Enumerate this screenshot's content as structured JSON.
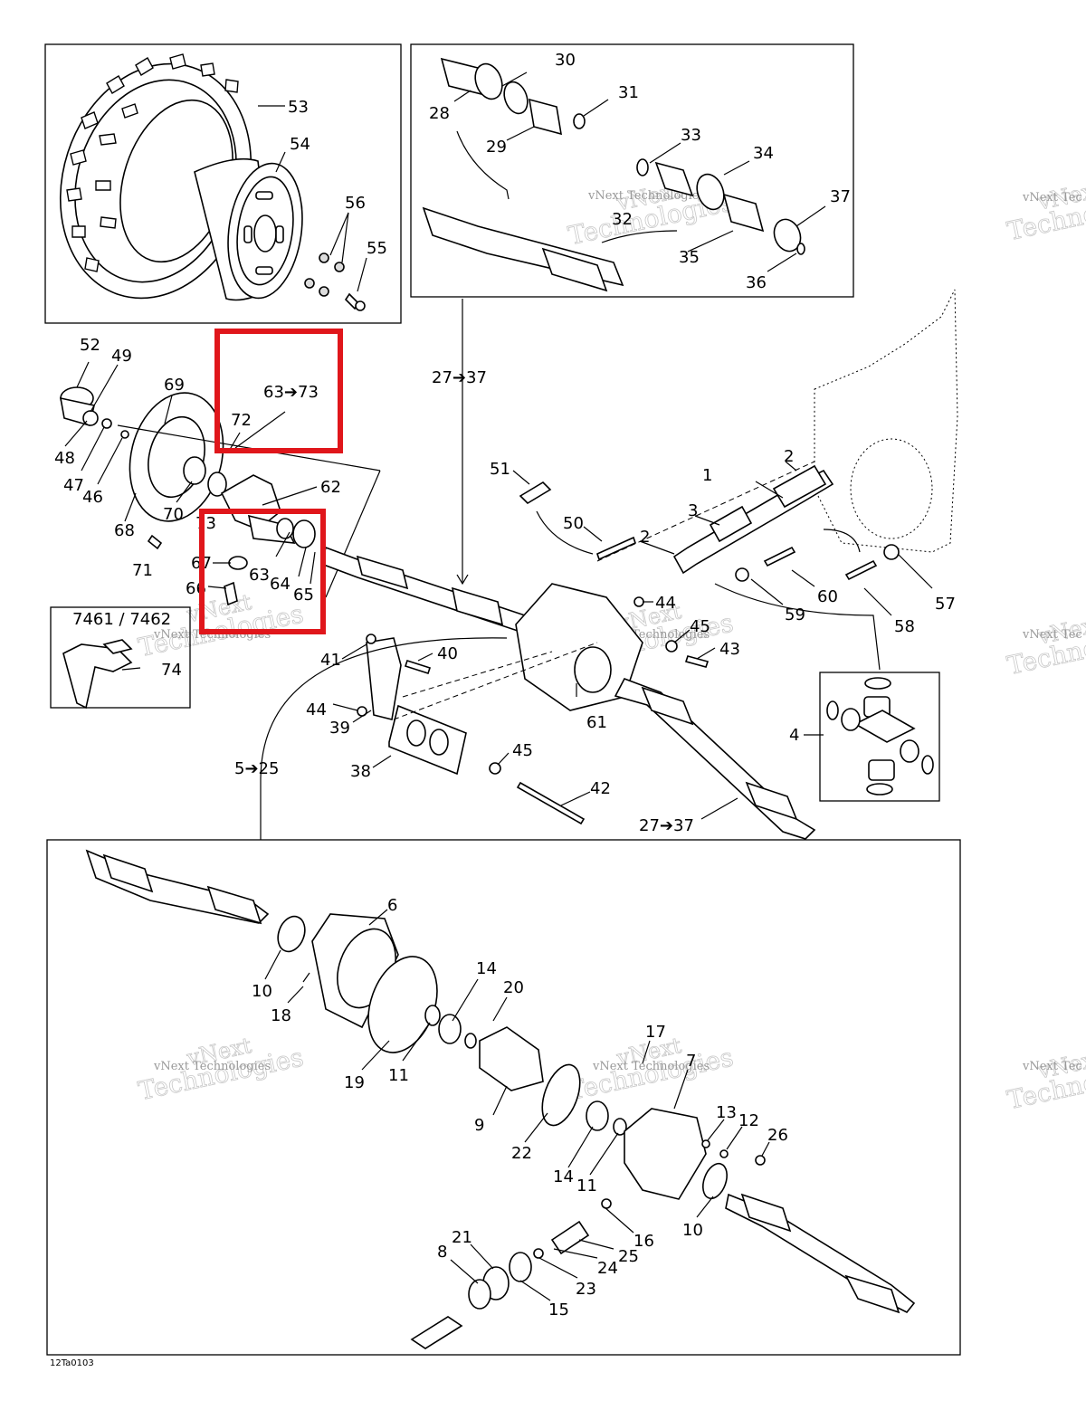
{
  "diagram_code": "12Ta0103",
  "watermark": {
    "line1": "vNext",
    "line2": "Technologies"
  },
  "highlight_color": "#e0161b",
  "labels": {
    "p1": "1",
    "p2a": "2",
    "p2b": "2",
    "p3": "3",
    "p4": "4",
    "p5_25": "5➔25",
    "p6": "6",
    "p7": "7",
    "p8": "8",
    "p9": "9",
    "p10a": "10",
    "p10b": "10",
    "p11a": "11",
    "p11b": "11",
    "p12": "12",
    "p13": "13",
    "p14a": "14",
    "p14b": "14",
    "p15": "15",
    "p16": "16",
    "p17": "17",
    "p18": "18",
    "p19": "19",
    "p20": "20",
    "p21": "21",
    "p22": "22",
    "p23": "23",
    "p24": "24",
    "p25": "25",
    "p26": "26",
    "p27_37a": "27➔37",
    "p27_37b": "27➔37",
    "p28": "28",
    "p29": "29",
    "p30": "30",
    "p31": "31",
    "p32": "32",
    "p33": "33",
    "p34": "34",
    "p35": "35",
    "p36": "36",
    "p37": "37",
    "p38": "38",
    "p39": "39",
    "p40": "40",
    "p41": "41",
    "p42": "42",
    "p43": "43",
    "p44a": "44",
    "p44b": "44",
    "p45a": "45",
    "p45b": "45",
    "p46": "46",
    "p47": "47",
    "p48": "48",
    "p49": "49",
    "p50": "50",
    "p51": "51",
    "p52": "52",
    "p53": "53",
    "p54": "54",
    "p55": "55",
    "p56": "56",
    "p57": "57",
    "p58": "58",
    "p59": "59",
    "p60": "60",
    "p61": "61",
    "p62": "62",
    "p63": "63",
    "p63_73": "63➔73",
    "p64": "64",
    "p65": "65",
    "p66": "66",
    "p67": "67",
    "p68": "68",
    "p69": "69",
    "p70": "70",
    "p71": "71",
    "p72": "72",
    "p73": "73",
    "p74": "74",
    "p7461": "7461 / 7462"
  }
}
